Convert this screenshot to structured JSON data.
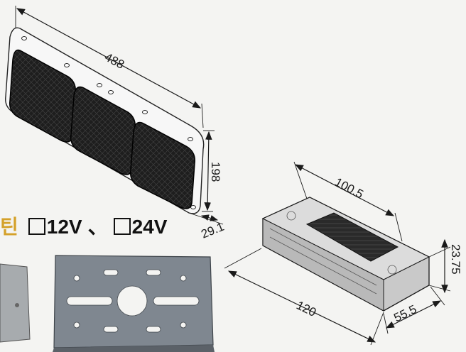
{
  "dimensions": {
    "lamp_width": "488",
    "lamp_height": "198",
    "lamp_depth": "29.1",
    "module_length": "100.5",
    "module_width": "120",
    "module_depth": "55.5",
    "module_height": "23.75"
  },
  "voltage_row": {
    "prefix": "틴",
    "option_12v": "12V",
    "separator": "、",
    "option_24v": "24V"
  },
  "colors": {
    "line": "#1a1a1a",
    "accent": "#d4a12a",
    "plate": "#7f8790",
    "background": "#f4f4f2"
  }
}
